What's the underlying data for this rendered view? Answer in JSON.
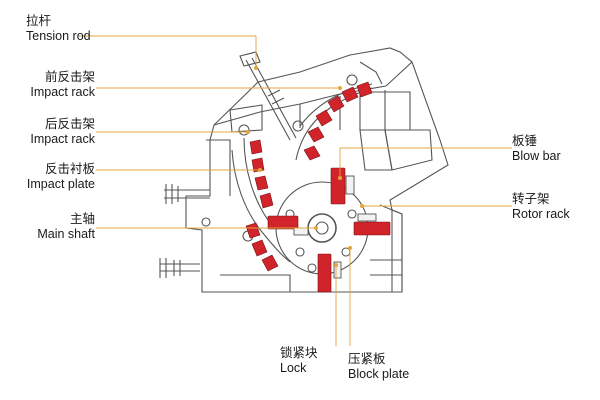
{
  "diagram": {
    "labels": {
      "tension_rod": {
        "cn": "拉杆",
        "en": "Tension rod"
      },
      "front_impact_rack": {
        "cn": "前反击架",
        "en": "Impact rack"
      },
      "rear_impact_rack": {
        "cn": "后反击架",
        "en": "Impact rack"
      },
      "impact_plate": {
        "cn": "反击衬板",
        "en": "Impact plate"
      },
      "main_shaft": {
        "cn": "主轴",
        "en": "Main shaft"
      },
      "blow_bar": {
        "cn": "板锤",
        "en": "Blow bar"
      },
      "rotor_rack": {
        "cn": "转子架",
        "en": "Rotor rack"
      },
      "lock": {
        "cn": "锁紧块",
        "en": "Lock"
      },
      "block_plate": {
        "cn": "压紧板",
        "en": "Block plate"
      }
    },
    "colors": {
      "line": "#555555",
      "leader": "#e3a53c",
      "red": "#d0232a"
    }
  }
}
